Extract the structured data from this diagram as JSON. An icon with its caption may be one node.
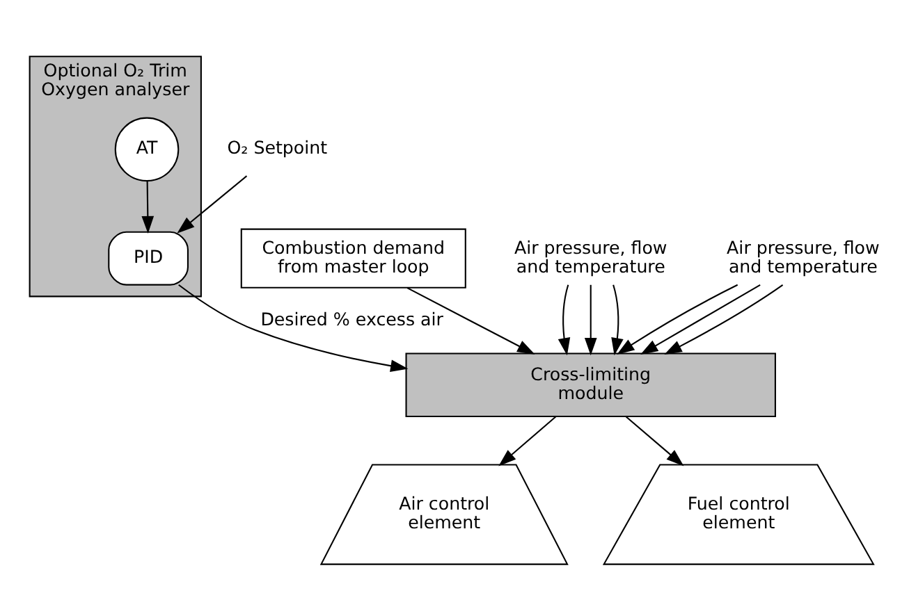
{
  "diagram": {
    "nodes": [
      {
        "text": [
          "Optional O₂ Trim",
          "Oxygen analyser"
        ]
      },
      {
        "text": [
          "AT"
        ],
        "in": 0
      },
      {
        "text": [
          "PID"
        ],
        "in": 0
      },
      {
        "text": [
          "O₂ Setpoint"
        ]
      },
      {
        "text": [
          "Combustion demand from master loop"
        ]
      },
      {
        "text": [
          "Cross-limiting module"
        ]
      },
      {
        "text": [
          "Air control element"
        ]
      },
      {
        "text": [
          "Fuel control element"
        ]
      },
      {
        "text": [
          "Air pressure, flow and temperature"
        ]
      },
      {
        "text": [
          "Air pressure, flow and temperature"
        ]
      }
    ],
    "edges": [
      {
        "from": 1,
        "to": 2,
        "arrow": "to"
      },
      {
        "from": 3,
        "to": 2,
        "arrow": "to"
      },
      {
        "from": 2,
        "to": 5,
        "arrow": "to",
        "label": "Desired % excess air"
      },
      {
        "from": 8,
        "to": 5,
        "arrow": "to"
      },
      {
        "from": 8,
        "to": 5,
        "arrow": "to"
      },
      {
        "from": 8,
        "to": 5,
        "arrow": "to"
      },
      {
        "from": 4,
        "to": 5,
        "arrow": "to"
      },
      {
        "from": 9,
        "to": 5,
        "arrow": "to"
      },
      {
        "from": 9,
        "to": 5,
        "arrow": "to"
      },
      {
        "from": 9,
        "to": 5,
        "arrow": "to"
      },
      {
        "from": 5,
        "to": 6,
        "arrow": "to"
      },
      {
        "from": 5,
        "to": 7,
        "arrow": "to"
      }
    ]
  }
}
